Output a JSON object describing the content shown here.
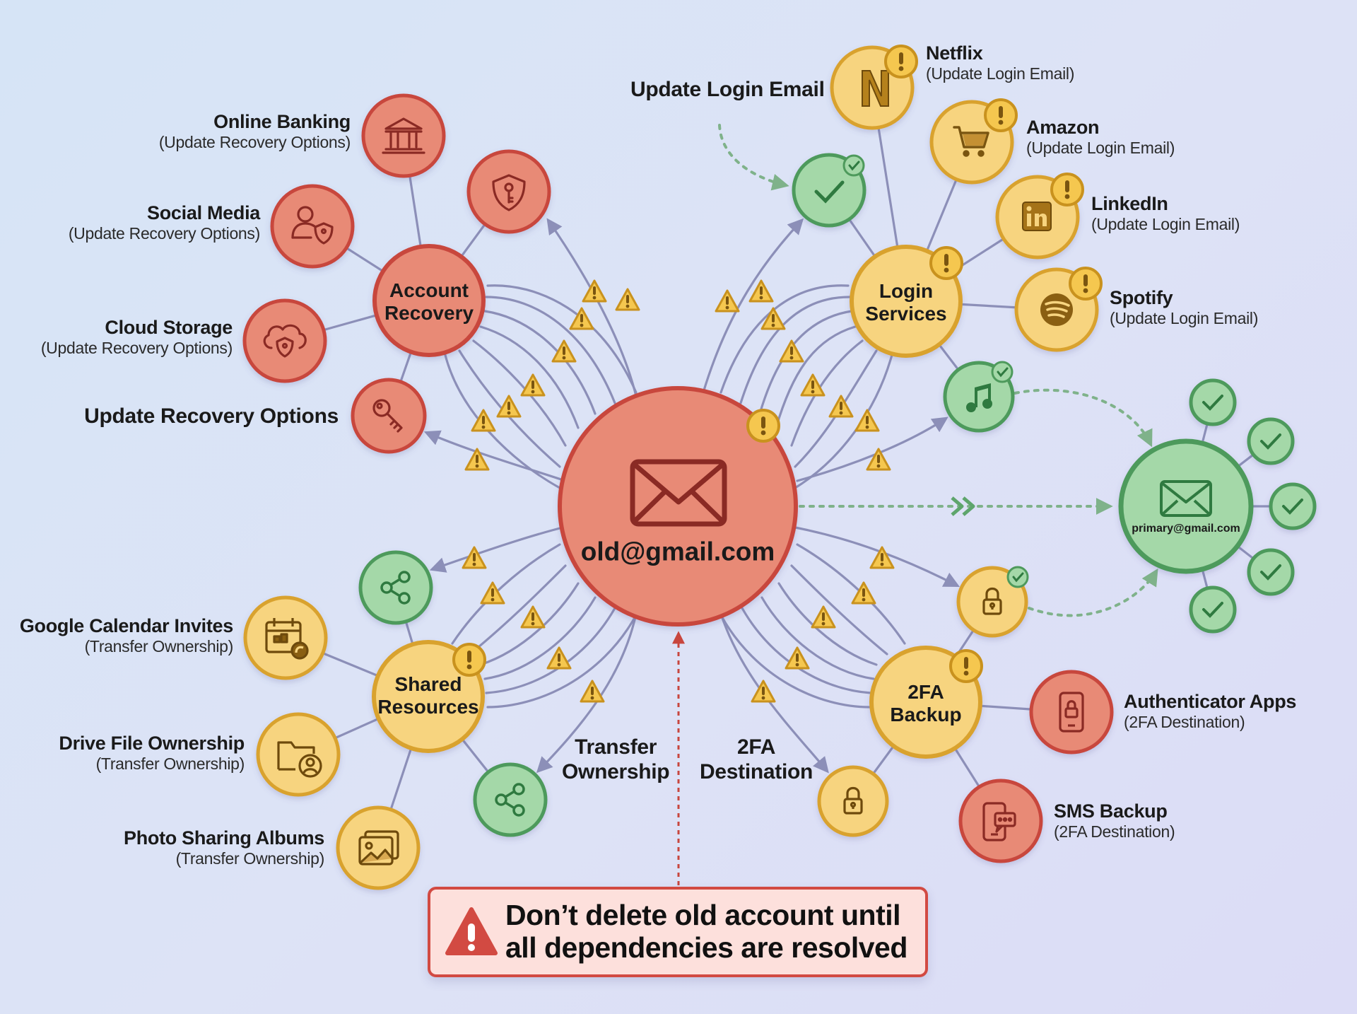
{
  "colors": {
    "red_fill": "#e88a76",
    "red_stroke": "#c8463e",
    "red_icon": "#8a2a24",
    "yellow_fill": "#f7d47f",
    "yellow_stroke": "#d9a22e",
    "yellow_icon": "#7a5510",
    "green_fill": "#a4d8a8",
    "green_stroke": "#4e9a5c",
    "green_icon": "#2f7a40",
    "line": "#8c8fb8",
    "warn_fill": "#f5c74f",
    "warn_stroke": "#c9921e",
    "alert_bg": "#fde0dc",
    "alert_border": "#d24a42"
  },
  "center": {
    "email": "old@gmail.com",
    "icon": "envelope-icon",
    "badge": "warning-icon"
  },
  "primary": {
    "email": "primary@gmail.com",
    "icon": "envelope-icon",
    "connected_checks": 5
  },
  "hubs": {
    "account_recovery": {
      "line1": "Account",
      "line2": "Recovery"
    },
    "login_services": {
      "line1": "Login",
      "line2": "Services"
    },
    "shared_resources": {
      "line1": "Shared",
      "line2": "Resources"
    },
    "twofa_backup": {
      "line1": "2FA",
      "line2": "Backup"
    }
  },
  "account_recovery_items": [
    {
      "title": "Online Banking",
      "subtitle": "(Update Recovery Options)",
      "icon": "bank-icon"
    },
    {
      "title": "Social Media",
      "subtitle": "(Update Recovery Options)",
      "icon": "user-shield-icon"
    },
    {
      "title": "Cloud Storage",
      "subtitle": "(Update Recovery Options)",
      "icon": "cloud-lock-icon"
    }
  ],
  "login_items": [
    {
      "title": "Netflix",
      "subtitle": "(Update Login Email)",
      "icon": "netflix-icon"
    },
    {
      "title": "Amazon",
      "subtitle": "(Update Login Email)",
      "icon": "cart-icon"
    },
    {
      "title": "LinkedIn",
      "subtitle": "(Update Login Email)",
      "icon": "linkedin-icon"
    },
    {
      "title": "Spotify",
      "subtitle": "(Update Login Email)",
      "icon": "spotify-icon"
    }
  ],
  "shared_items": [
    {
      "title": "Google Calendar Invites",
      "subtitle": "(Transfer Ownership)",
      "icon": "calendar-share-icon"
    },
    {
      "title": "Drive File Ownership",
      "subtitle": "(Transfer Ownership)",
      "icon": "folder-user-icon"
    },
    {
      "title": "Photo Sharing Albums",
      "subtitle": "(Transfer Ownership)",
      "icon": "photo-album-icon"
    }
  ],
  "twofa_items": [
    {
      "title": "Authenticator Apps",
      "subtitle": "(2FA Destination)",
      "icon": "phone-lock-icon"
    },
    {
      "title": "SMS Backup",
      "subtitle": "(2FA Destination)",
      "icon": "phone-sms-icon"
    }
  ],
  "action_labels": {
    "update_recovery": "Update Recovery Options",
    "update_login_line": "Update Login Email",
    "transfer_1": "Transfer",
    "transfer_2": "Ownership",
    "twofa_1": "2FA",
    "twofa_2": "Destination"
  },
  "alert": {
    "line1": "Don’t delete old account until",
    "line2": "all dependencies are resolved",
    "icon": "warning-triangle-icon"
  }
}
